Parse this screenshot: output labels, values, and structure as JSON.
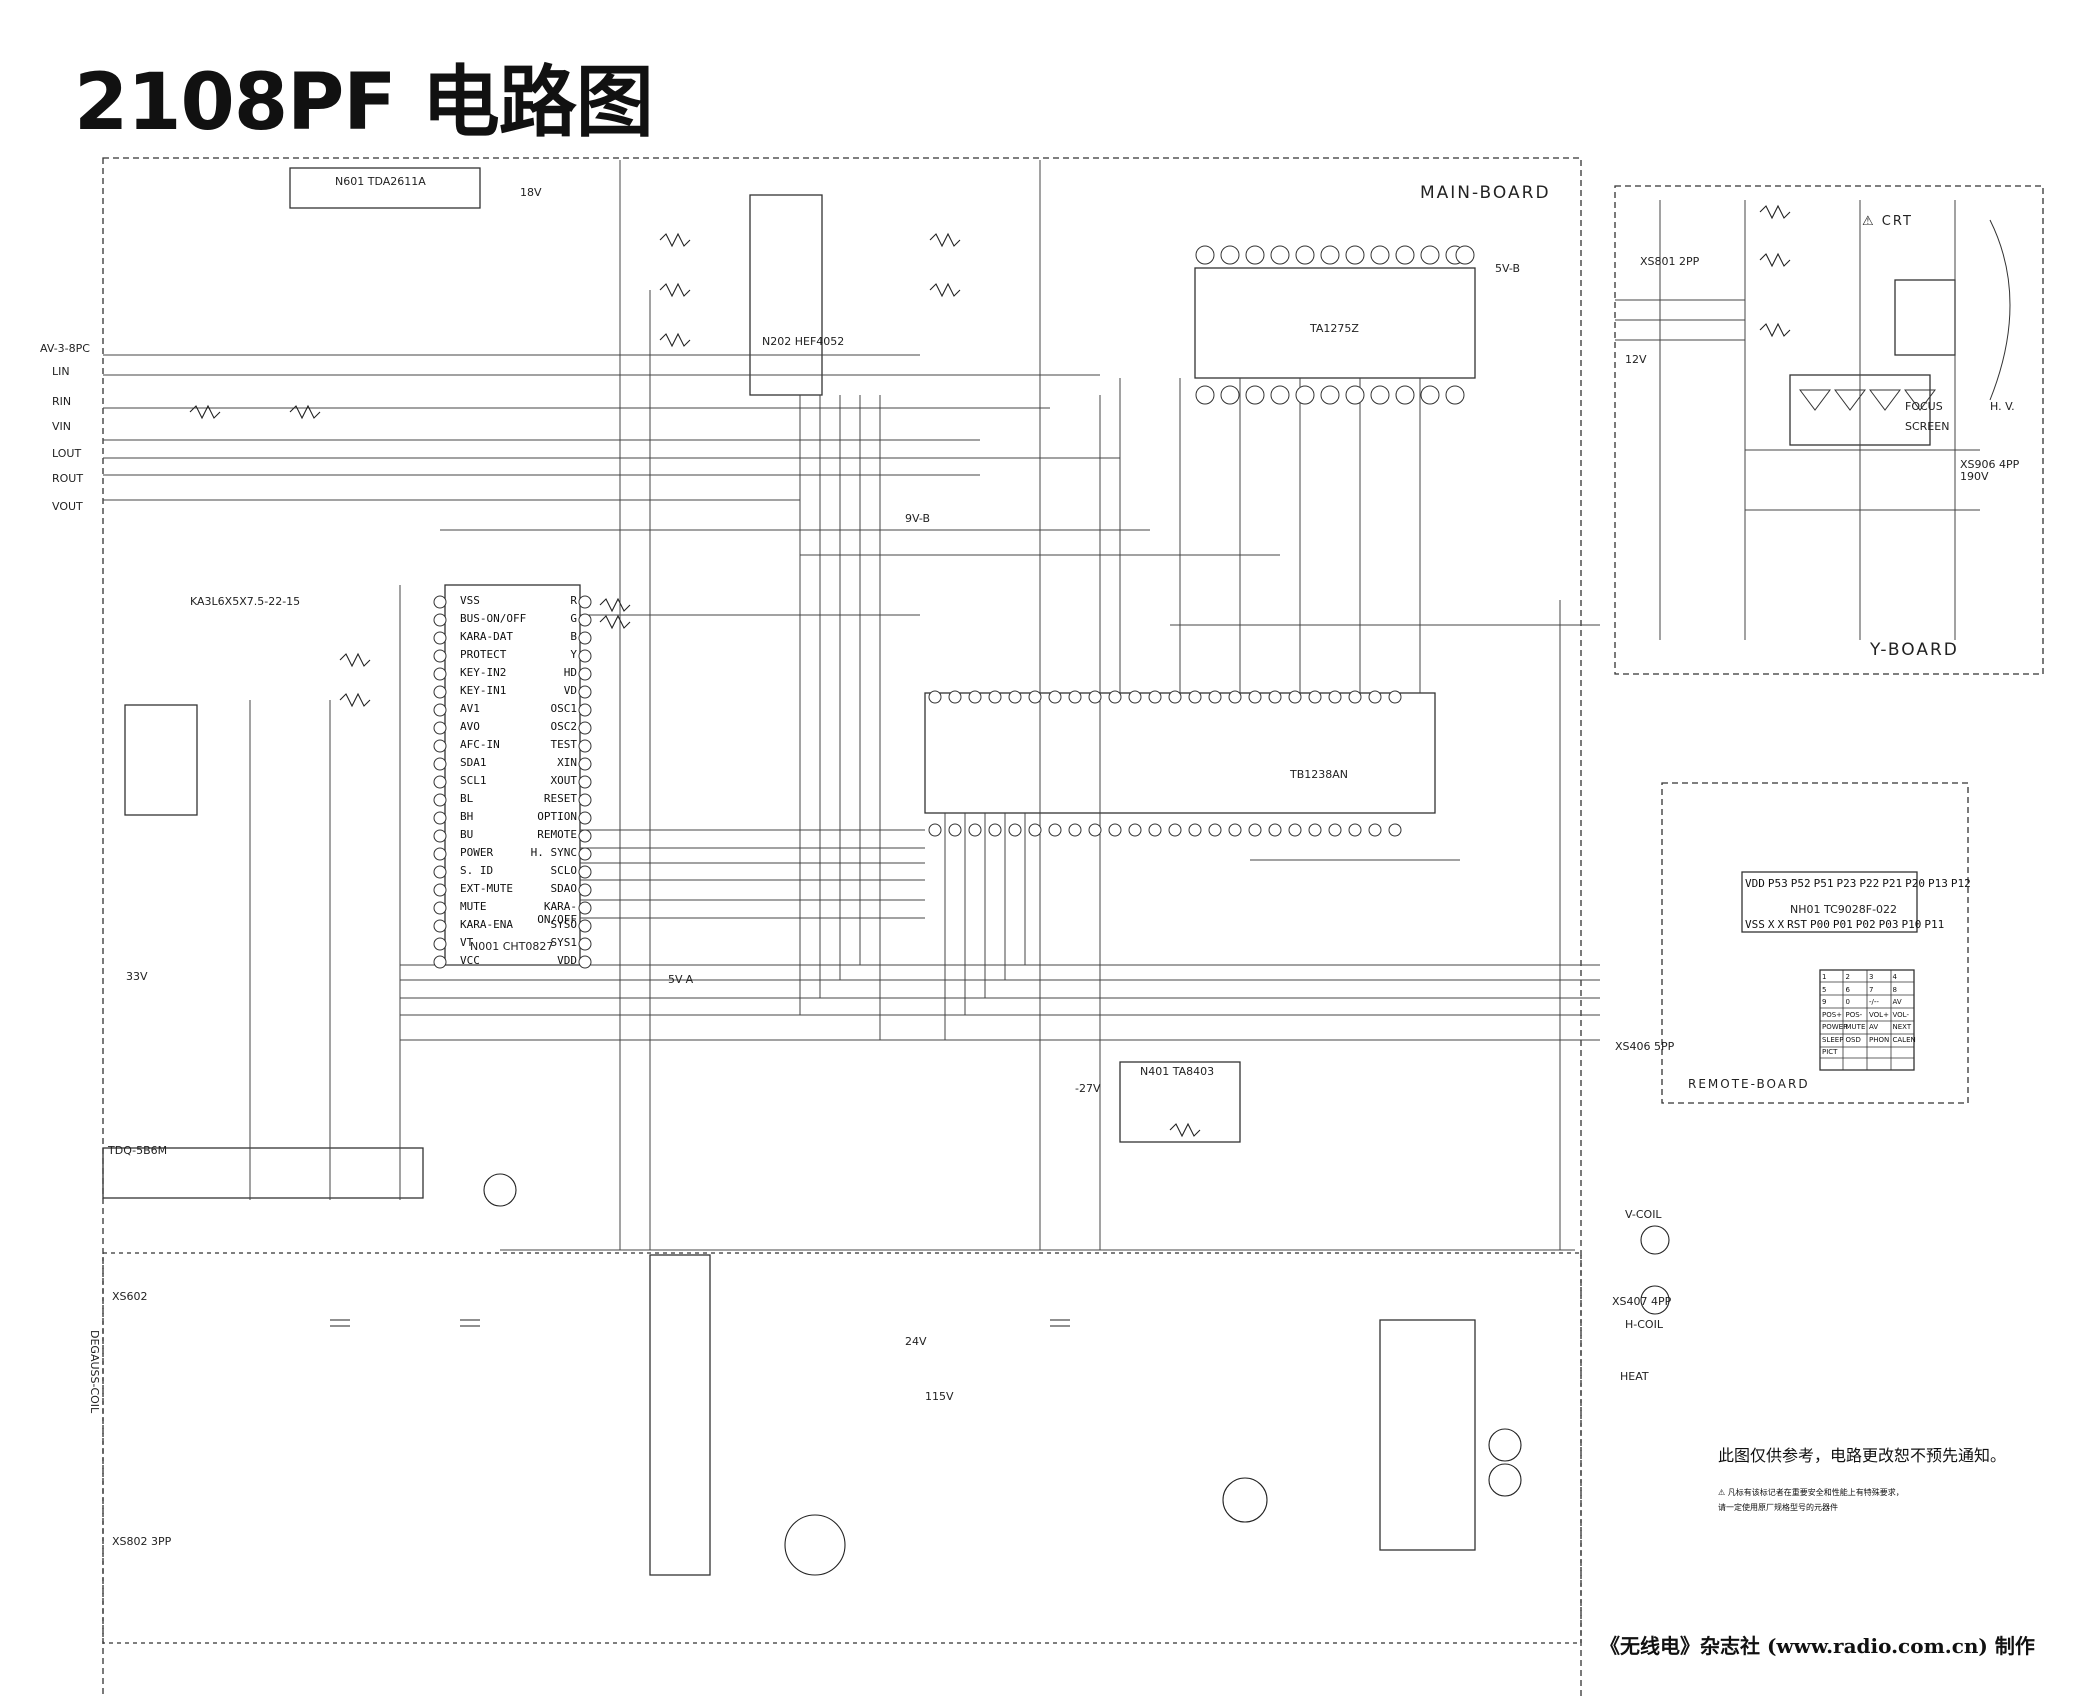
{
  "title": "2108PF 电路图",
  "boards": {
    "main": "MAIN-BOARD",
    "y": "Y-BOARD",
    "remote": "REMOTE-BOARD",
    "crt": "⚠ CRT"
  },
  "ics": {
    "audio_amp": "N601 TDA2611A",
    "switch": "N202 HEF4052",
    "cpu": "N001 CHT0827",
    "video_proc_a": "TA1275Z",
    "video_proc_b": "TB1238AN",
    "vertical": "N401 TA8403",
    "remote_ic": "NH01 TC9028F-022"
  },
  "cpu_pins_left": [
    "VSS",
    "BUS-ON/OFF",
    "KARA-DAT",
    "PROTECT",
    "KEY-IN2",
    "KEY-IN1",
    "AV1",
    "AVO",
    "AFC-IN",
    "SDA1",
    "SCL1",
    "BL",
    "BH",
    "BU",
    "POWER",
    "S. ID",
    "EXT-MUTE",
    "MUTE",
    "KARA-ENA",
    "VT",
    "VCC"
  ],
  "cpu_pins_right": [
    "R",
    "G",
    "B",
    "Y",
    "HD",
    "VD",
    "OSC1",
    "OSC2",
    "TEST",
    "XIN",
    "XOUT",
    "RESET",
    "OPTION",
    "REMOTE",
    "H. SYNC",
    "SCLO",
    "SDAO",
    "KARA-ON/OFF",
    "SYSO",
    "SYS1",
    "VDD"
  ],
  "remote_keys": {
    "header": [
      "VDD",
      "P53",
      "P52",
      "P51",
      "P23",
      "P22",
      "P21",
      "P20",
      "P13",
      "P12"
    ],
    "footer": [
      "VSS",
      "X",
      "X",
      "RST",
      "P00",
      "P01",
      "P02",
      "P03",
      "P10",
      "P11"
    ],
    "grid": [
      "1",
      "2",
      "3",
      "4",
      "5",
      "6",
      "7",
      "8",
      "9",
      "0",
      "-/--",
      "AV",
      "POS+",
      "POS-",
      "VOL+",
      "VOL-",
      "POWER",
      "MUTE",
      "AV",
      "NEXT",
      "SLEEP",
      "OSD",
      "PHON",
      "CALEN",
      "PICT"
    ]
  },
  "note": "此图仅供参考，电路更改恕不预先通知。",
  "warning_line1": "⚠ 凡标有该标记者在重要安全和性能上有特殊要求，",
  "warning_line2": "请一定使用原厂规格型号的元器件",
  "credit": "《无线电》杂志社 (www.radio.com.cn) 制作",
  "connectors": {
    "xs801": "XS801 2PP",
    "xs802": "XS802 3PP",
    "xs406": "XS406 5PP",
    "xs602": "XS602",
    "xs407": "XS407 4PP",
    "xs906": "XS906 4PP"
  },
  "side_labels": {
    "av": "AV-3-8PC",
    "lin": "LIN",
    "rin": "RIN",
    "vin": "VIN",
    "lout": "LOUT",
    "rout": "ROUT",
    "vout": "VOUT",
    "v_coil": "V-COIL",
    "h_coil": "H-COIL",
    "heat": "HEAT",
    "degauss": "DEGAUSS-COIL",
    "focus": "FOCUS",
    "screen": "SCREEN",
    "hv": "H. V.",
    "tuner": "TDQ-5B6M",
    "keys": "KA3L6X5X7.5-22-15"
  },
  "rail_labels": [
    "18V",
    "9V-B",
    "5V-A",
    "115V",
    "24V",
    "-27V",
    "190V",
    "12V",
    "5V-B",
    "33V"
  ]
}
